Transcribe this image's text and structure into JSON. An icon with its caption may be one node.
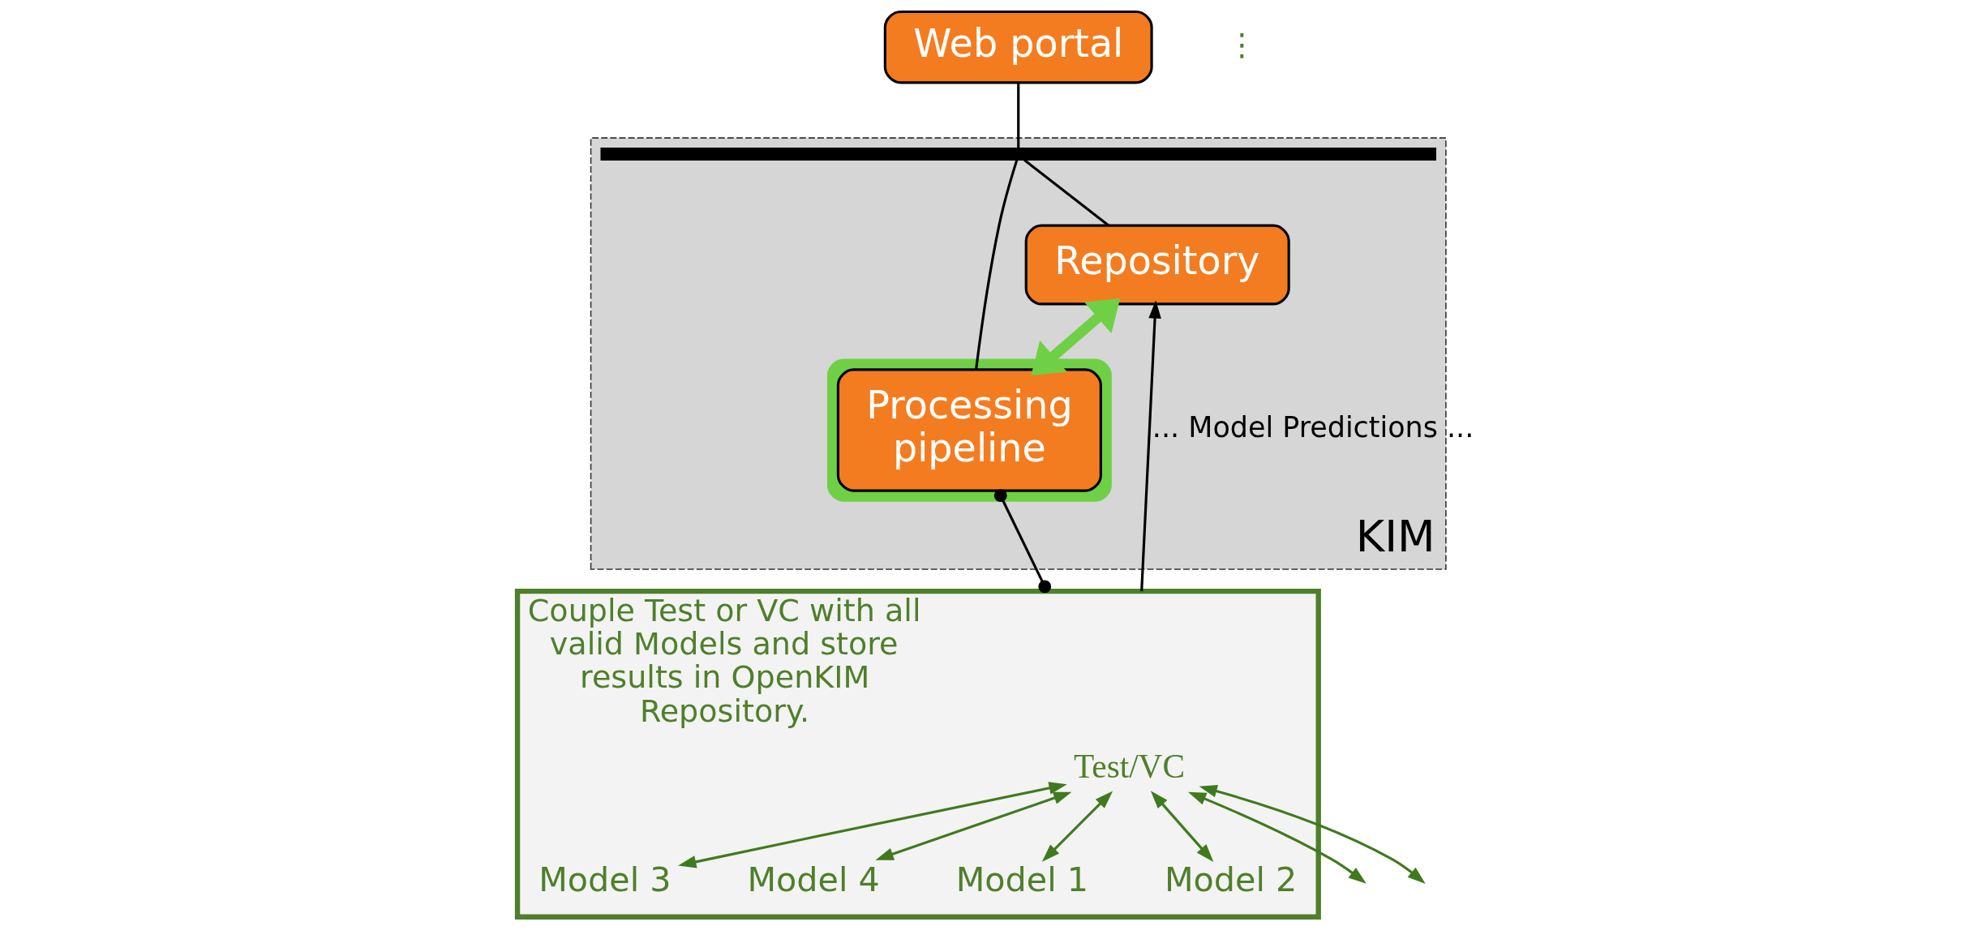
{
  "diagram": {
    "nodes": [
      {
        "text": [
          "Web portal"
        ]
      },
      {
        "text": [
          "KIM"
        ]
      },
      {
        "text": [],
        "shape": "bar",
        "in": 1
      },
      {
        "text": [
          "Repository"
        ],
        "in": 1
      },
      {
        "text": [],
        "shape": "box",
        "in": 1
      },
      {
        "text": [
          "Processing pipeline"
        ],
        "in": 4
      },
      {
        "text": [
          "Couple Test or VC with all valid Models and store results in OpenKIM Repository."
        ]
      },
      {
        "text": [
          "Test/VC"
        ],
        "in": 6
      },
      {
        "text": [
          "Model 1"
        ],
        "in": 6
      },
      {
        "text": [
          "Model 2"
        ],
        "in": 6
      },
      {
        "text": [
          "Model 3"
        ],
        "in": 6
      },
      {
        "text": [
          "Model 4"
        ],
        "in": 6
      }
    ],
    "edges": [
      {
        "from": 0,
        "to": 2,
        "arrow": "none",
        "color": "#000000"
      },
      {
        "from": 2,
        "to": 3,
        "arrow": "none",
        "color": "#000000"
      },
      {
        "from": 2,
        "to": 5,
        "arrow": "none",
        "color": "#000000"
      },
      {
        "from": 3,
        "to": 5,
        "arrow": "both",
        "style": "thick",
        "color": "#6fd045"
      },
      {
        "from": 5,
        "to": 6,
        "arrow": "other",
        "color": "#000000"
      },
      {
        "from": 6,
        "to": 3,
        "arrow": "to",
        "label": "... Model Predictions ...",
        "color": "#000000"
      },
      {
        "from": 7,
        "to": 8,
        "arrow": "both",
        "color": "#3f7a1f"
      },
      {
        "from": 7,
        "to": 9,
        "arrow": "both",
        "color": "#3f7a1f"
      },
      {
        "from": 7,
        "to": 10,
        "arrow": "both",
        "color": "#3f7a1f"
      },
      {
        "from": 7,
        "to": 11,
        "arrow": "both",
        "color": "#3f7a1f"
      },
      {
        "from": 7,
        "to": null,
        "arrow": "both",
        "color": "#3f7a1f"
      },
      {
        "from": 7,
        "to": null,
        "arrow": "both",
        "color": "#3f7a1f"
      }
    ],
    "labels": [
      "⋮"
    ]
  }
}
